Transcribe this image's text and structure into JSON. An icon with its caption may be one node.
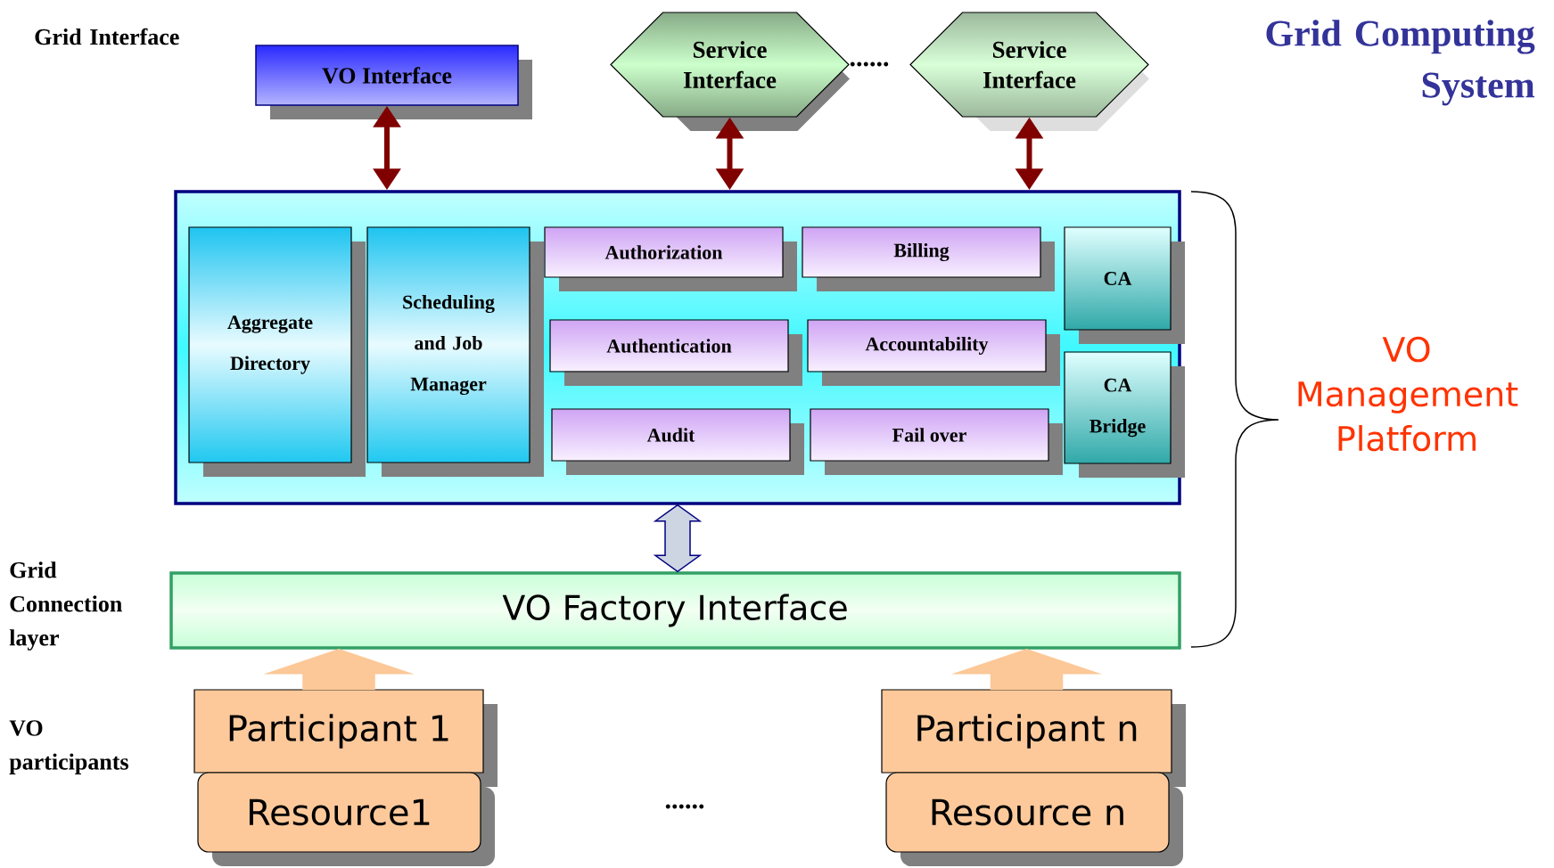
{
  "diagram": {
    "title": "Grid Computing System",
    "nodes": [
      {
        "text": [
          "VO Interface"
        ]
      },
      {
        "text": [
          "Service Interface"
        ]
      },
      {
        "text": [
          "Service Interface"
        ]
      },
      {
        "text": [],
        "shape": "box"
      },
      {
        "text": [
          "Aggregate Directory"
        ],
        "in": 3
      },
      {
        "text": [
          "Scheduling and Job Manager"
        ],
        "in": 3
      },
      {
        "text": [
          "Authorization"
        ],
        "in": 3
      },
      {
        "text": [
          "Billing"
        ],
        "in": 3
      },
      {
        "text": [
          "CA"
        ],
        "in": 3
      },
      {
        "text": [
          "Authentication"
        ],
        "in": 3
      },
      {
        "text": [
          "Accountability"
        ],
        "in": 3
      },
      {
        "text": [
          "CA Bridge"
        ],
        "in": 3
      },
      {
        "text": [
          "Audit"
        ],
        "in": 3
      },
      {
        "text": [
          "Fail over"
        ],
        "in": 3
      },
      {
        "text": [
          "VO Factory Interface"
        ]
      },
      {
        "text": [
          "Participant 1"
        ]
      },
      {
        "text": [
          "Resource1"
        ]
      },
      {
        "text": [
          "Participant n"
        ]
      },
      {
        "text": [
          "Resource n"
        ]
      }
    ],
    "edges": [
      {
        "from": 0,
        "to": 3,
        "arrow": "both"
      },
      {
        "from": 1,
        "to": 3,
        "arrow": "both"
      },
      {
        "from": 2,
        "to": 3,
        "arrow": "both"
      },
      {
        "from": 3,
        "to": 14,
        "arrow": "both",
        "style": "thick",
        "color": "#cdd5e2"
      },
      {
        "from": 15,
        "to": 14,
        "arrow": "to",
        "style": "thick",
        "color": "#fcc898"
      },
      {
        "from": 17,
        "to": 14,
        "arrow": "to",
        "style": "thick",
        "color": "#fcc898"
      }
    ],
    "labels": [
      "Grid Interface",
      "......",
      "Grid Connection layer",
      "VO participants",
      "......",
      "VO Management Platform"
    ]
  }
}
